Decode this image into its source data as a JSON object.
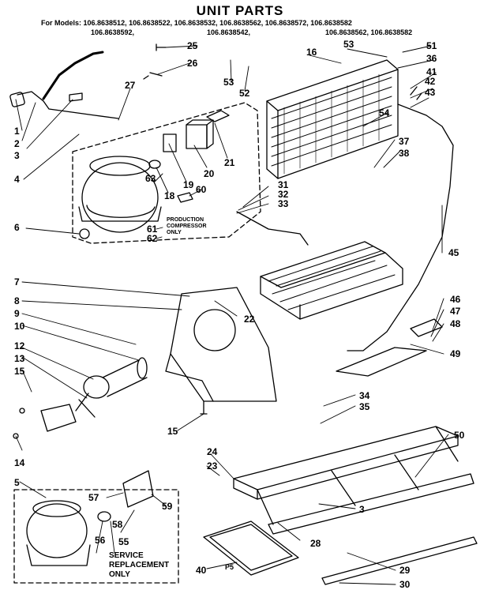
{
  "title": "UNIT PARTS",
  "models": {
    "prefix": "For Models:",
    "line1": "106.8638512, 106.8638522, 106.8638532, 106.8638562, 106.8638572, 106.8638582",
    "line2a": "106.8638592,",
    "line2b": "106.8638542,",
    "line2c": "106.8638562, 106.8638582"
  },
  "production_note": [
    "PRODUCTION",
    "COMPRESSOR",
    "ONLY"
  ],
  "service_note": [
    "SERVICE",
    "REPLACEMENT",
    "ONLY"
  ],
  "pan_marking": "P5",
  "part_labels": [
    "25",
    "26",
    "27",
    "1",
    "2",
    "3",
    "4",
    "53",
    "52",
    "16",
    "53",
    "51",
    "36",
    "41",
    "42",
    "43",
    "54",
    "37",
    "38",
    "21",
    "20",
    "19",
    "18",
    "63",
    "60",
    "61",
    "62",
    "6",
    "31",
    "32",
    "33",
    "45",
    "7",
    "8",
    "9",
    "10",
    "22",
    "46",
    "47",
    "48",
    "49",
    "12",
    "13",
    "15",
    "15",
    "14",
    "34",
    "35",
    "50",
    "24",
    "23",
    "3",
    "5",
    "57",
    "59",
    "58",
    "56",
    "55",
    "28",
    "40",
    "29",
    "30"
  ]
}
